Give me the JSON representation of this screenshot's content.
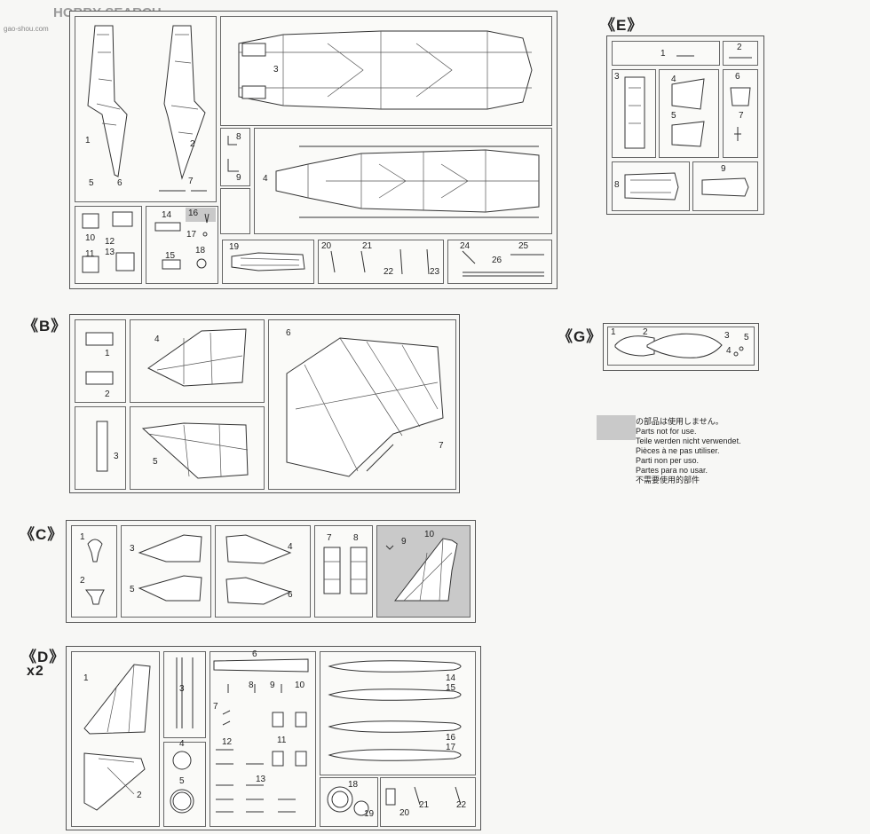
{
  "watermark": {
    "brand": "HOBBY-SEARCH",
    "site": "gao-shou.com"
  },
  "sprues": {
    "B": "《B》",
    "C": "《C》",
    "D": "《D》",
    "D_qty": "x2",
    "E": "《E》",
    "G": "《G》"
  },
  "labels": {
    "A": [
      "1",
      "2",
      "3",
      "4",
      "5",
      "6",
      "7",
      "8",
      "9",
      "10",
      "11",
      "12",
      "13",
      "14",
      "15",
      "16",
      "17",
      "18",
      "19",
      "20",
      "21",
      "22",
      "23",
      "24",
      "25",
      "26"
    ],
    "B": [
      "1",
      "2",
      "3",
      "4",
      "5",
      "6",
      "7"
    ],
    "C": [
      "1",
      "2",
      "3",
      "4",
      "5",
      "6",
      "7",
      "8",
      "9",
      "10"
    ],
    "D": [
      "1",
      "2",
      "3",
      "4",
      "5",
      "6",
      "7",
      "8",
      "9",
      "10",
      "11",
      "12",
      "13",
      "14",
      "15",
      "16",
      "17",
      "18",
      "19",
      "20",
      "21",
      "22"
    ],
    "E": [
      "1",
      "2",
      "3",
      "4",
      "5",
      "6",
      "7",
      "8",
      "9"
    ],
    "G": [
      "1",
      "2",
      "3",
      "4",
      "5"
    ]
  },
  "legend": {
    "swatch_color": "#c9c9c9",
    "lines": [
      "の部品は使用しません。",
      "Parts not for use.",
      "Teile werden nicht verwendet.",
      "Pièces à ne pas utiliser.",
      "Parti non per uso.",
      "Partes para no usar.",
      "不需要使用的部件"
    ]
  }
}
